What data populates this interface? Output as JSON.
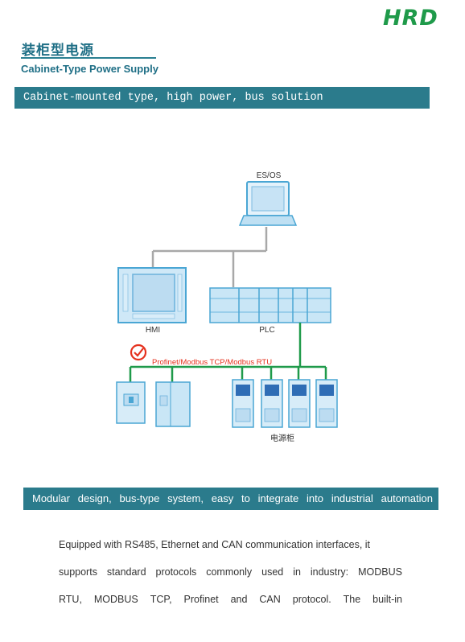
{
  "header": {
    "logo_text": "HRD",
    "title_cn": "装柜型电源",
    "title_en": "Cabinet-Type Power Supply"
  },
  "banner_top": {
    "text": "Cabinet-mounted type, high power, bus solution"
  },
  "diagram": {
    "es_os_label": "ES/OS",
    "hmi_label": "HMI",
    "plc_label": "PLC",
    "bus_label": "Profinet/Modbus TCP/Modbus RTU",
    "cabinet_label": "电源柜",
    "colors": {
      "ethernet": "#a8a8a8",
      "bus": "#1f9a4a",
      "bus_text": "#e5311e",
      "device": "#c9e6f6",
      "device_edge": "#4aa6d4"
    }
  },
  "banner_bottom": {
    "words": [
      "Modular",
      "design,",
      "bus-type",
      "system,",
      "easy",
      "to",
      "integrate",
      "into",
      "industrial",
      "automation"
    ]
  },
  "body": {
    "lines": [
      [
        "Equipped with RS485, Ethernet and CAN communication interfaces, it"
      ],
      [
        "supports",
        "standard",
        "protocols",
        "commonly",
        "used",
        "in",
        "industry:",
        "MODBUS"
      ],
      [
        "RTU,",
        "MODBUS",
        "TCP,",
        "Profinet",
        "and",
        "CAN",
        "protocol.",
        "The",
        "built-in"
      ]
    ]
  }
}
